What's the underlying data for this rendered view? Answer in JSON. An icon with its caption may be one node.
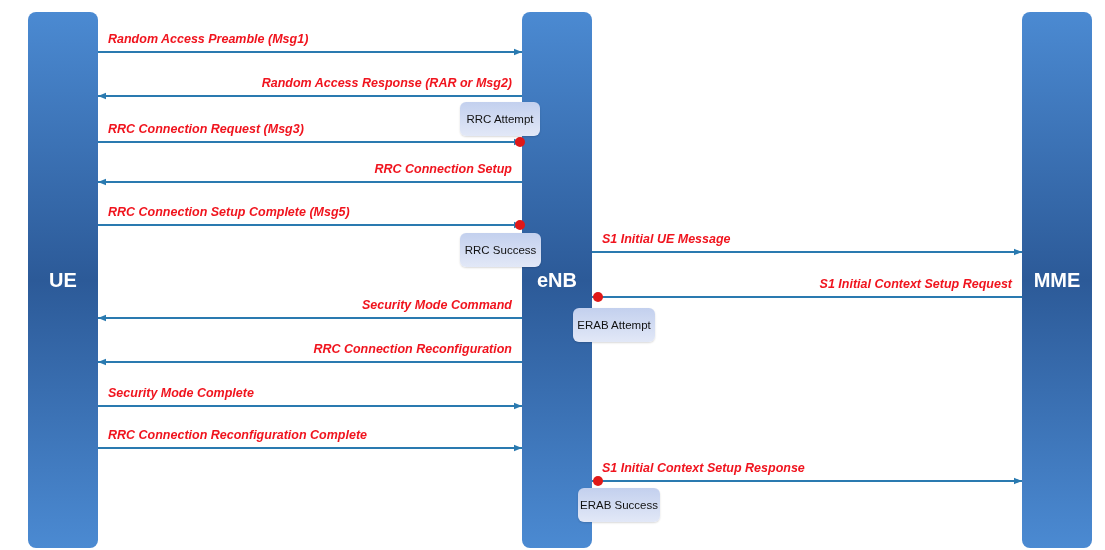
{
  "diagram": {
    "nodes": [
      {
        "text": [
          "UE"
        ]
      },
      {
        "text": [
          "eNB"
        ]
      },
      {
        "text": [
          "MME"
        ]
      },
      {
        "text": [
          "RRC Attempt"
        ]
      },
      {
        "text": [
          "RRC Success"
        ]
      },
      {
        "text": [
          "ERAB Attempt"
        ]
      },
      {
        "text": [
          "ERAB Success"
        ]
      }
    ],
    "edges": [
      {
        "from": 0,
        "to": 1,
        "arrow": "to",
        "label": "Random Access Preamble (Msg1)"
      },
      {
        "from": 1,
        "to": 0,
        "arrow": "to",
        "label": "Random Access Response (RAR or Msg2)"
      },
      {
        "from": 0,
        "to": 1,
        "arrow": "to",
        "label": "RRC Connection Request (Msg3)"
      },
      {
        "from": 1,
        "to": 0,
        "arrow": "to",
        "label": "RRC Connection Setup"
      },
      {
        "from": 0,
        "to": 1,
        "arrow": "to",
        "label": "RRC Connection Setup Complete (Msg5)"
      },
      {
        "from": 1,
        "to": 2,
        "arrow": "to",
        "label": "S1 Initial UE Message"
      },
      {
        "from": 2,
        "to": 1,
        "arrow": "to",
        "label": "S1 Initial Context Setup Request"
      },
      {
        "from": 1,
        "to": 0,
        "arrow": "to",
        "label": "Security Mode Command"
      },
      {
        "from": 1,
        "to": 0,
        "arrow": "to",
        "label": "RRC Connection Reconfiguration"
      },
      {
        "from": 0,
        "to": 1,
        "arrow": "to",
        "label": "Security Mode Complete"
      },
      {
        "from": 0,
        "to": 1,
        "arrow": "to",
        "label": "RRC Connection Reconfiguration Complete"
      },
      {
        "from": 1,
        "to": 2,
        "arrow": "to",
        "label": "S1 Initial Context Setup Response"
      }
    ]
  }
}
